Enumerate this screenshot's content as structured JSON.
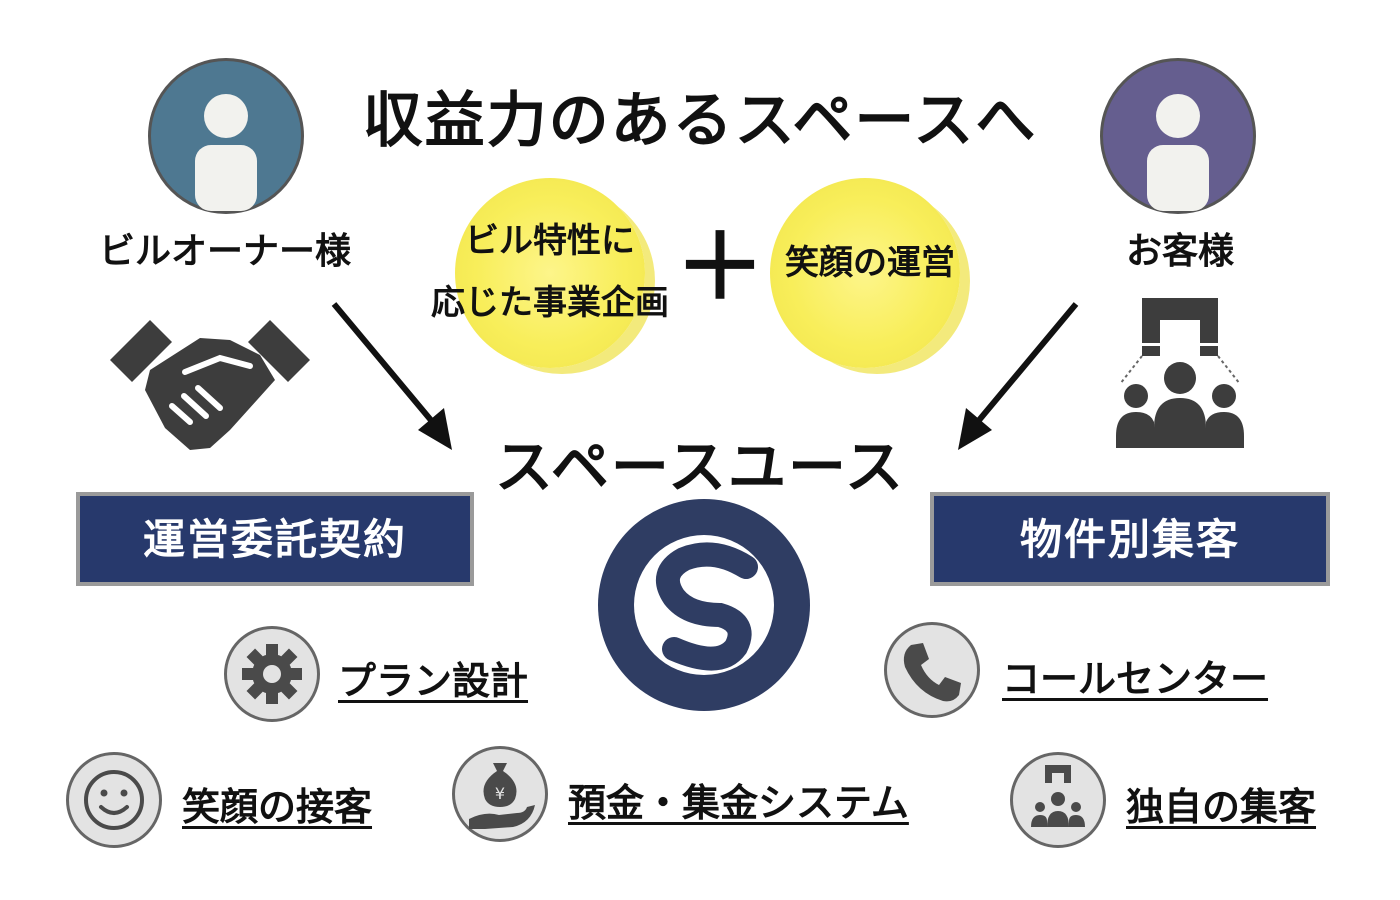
{
  "title": "収益力のあるスペースへ",
  "owner": {
    "label": "ビルオーナー様",
    "avatar_color": "#4e7891",
    "icon": "person-icon"
  },
  "customer": {
    "label": "お客様",
    "avatar_color": "#655e8f",
    "icon": "person-icon"
  },
  "bubbles": {
    "left_line1": "ビル特性に",
    "left_line2": "応じた事業企画",
    "plus": "＋",
    "right": "笑顔の運営"
  },
  "center_title": "スペースユース",
  "boxes": {
    "left": "運営委託契約",
    "right": "物件別集客",
    "color": "#27396c"
  },
  "logo": {
    "letter": "S",
    "color": "#2f3d63"
  },
  "features": [
    {
      "label": "プラン設計",
      "icon": "gear-icon"
    },
    {
      "label": "コールセンター",
      "icon": "phone-icon"
    },
    {
      "label": "笑顔の接客",
      "icon": "smiley-icon"
    },
    {
      "label": "預金・集金システム",
      "icon": "money-bag-hand-icon"
    },
    {
      "label": "独自の集客",
      "icon": "magnet-people-icon"
    }
  ]
}
